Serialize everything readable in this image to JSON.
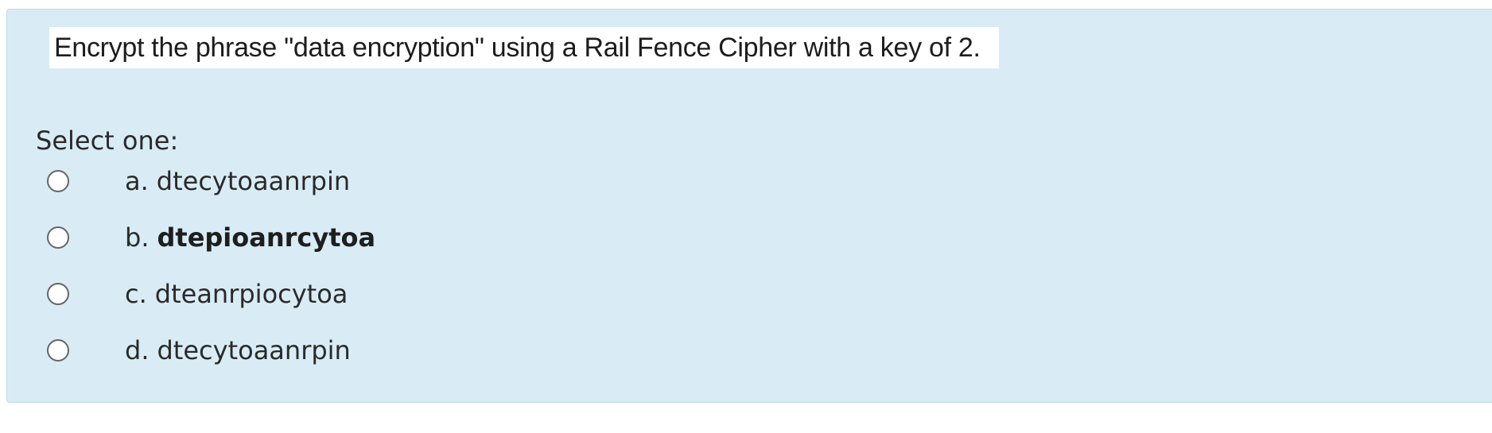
{
  "question": {
    "prompt": "Encrypt the phrase \"data encryption\" using a Rail Fence Cipher with a key of 2.",
    "select_label": "Select one:",
    "answers": [
      {
        "letter": "a.",
        "text": "dtecytoaanrpin",
        "selected": false
      },
      {
        "letter": "b.",
        "text": "dtepioanrcytoa",
        "selected": false
      },
      {
        "letter": "c.",
        "text": "dteanrpiocytoa",
        "selected": false
      },
      {
        "letter": "d.",
        "text": "dtecytoaanrpin",
        "selected": false
      }
    ]
  },
  "colors": {
    "panel_background": "#d9ecf5",
    "panel_border": "#b9dde9",
    "prompt_background": "#ffffff",
    "text": "#2a2a2a"
  }
}
